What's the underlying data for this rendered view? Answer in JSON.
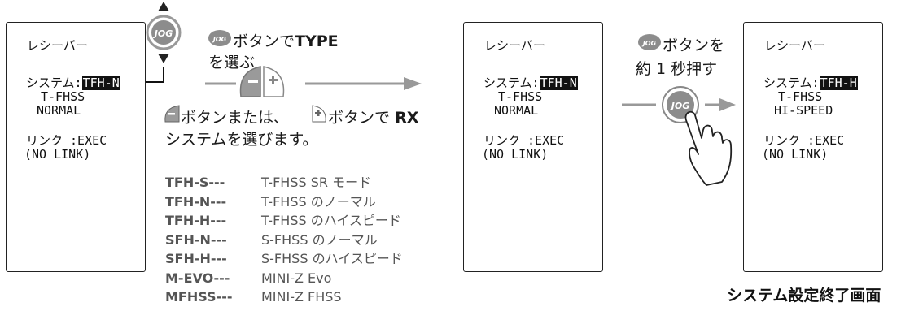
{
  "screen_left": {
    "title": "レシーバー",
    "system_label": "システム:",
    "system_value": "TFH-N",
    "line2": "T-FHSS",
    "line3": "NORMAL",
    "link_label": "リンク :EXEC",
    "link_value": "(NO LINK)"
  },
  "screen_mid": {
    "title": "レシーバー",
    "system_label": "システム:",
    "system_value": "TFH-N",
    "line2": "T-FHSS",
    "line3": "NORMAL",
    "link_label": "リンク :EXEC",
    "link_value": "(NO LINK)"
  },
  "screen_right": {
    "title": "レシーバー",
    "system_label": "システム:",
    "system_value": "TFH-H",
    "line2": "T-FHSS",
    "line3": "HI-SPEED",
    "link_label": "リンク :EXEC",
    "link_value": "(NO LINK)"
  },
  "jog_label": "JOG",
  "step1": {
    "line1_suffix": "ボタンで",
    "line1_bold": "TYPE",
    "line2": "を選ぶ"
  },
  "step2": {
    "text_a": "ボタンまたは、",
    "text_b": "ボタンで",
    "text_bold": "RX",
    "line2": "システムを選びます。"
  },
  "step3": {
    "line1": "ボタンを",
    "line2": "約 1 秒押す"
  },
  "list": [
    {
      "code": "TFH-S---",
      "desc": "T-FHSS SR モード"
    },
    {
      "code": "TFH-N---",
      "desc": "T-FHSS のノーマル"
    },
    {
      "code": "TFH-H---",
      "desc": "T-FHSS のハイスピード"
    },
    {
      "code": "SFH-N---",
      "desc": "S-FHSS のノーマル"
    },
    {
      "code": "SFH-H---",
      "desc": "S-FHSS のハイスピード"
    },
    {
      "code": "M-EVO---",
      "desc": "MINI-Z Evo"
    },
    {
      "code": "MFHSS---",
      "desc": "MINI-Z FHSS"
    }
  ],
  "caption": "システム設定終了画面",
  "colors": {
    "accent_gray": "#8a8a8a",
    "highlight": "#111111"
  }
}
